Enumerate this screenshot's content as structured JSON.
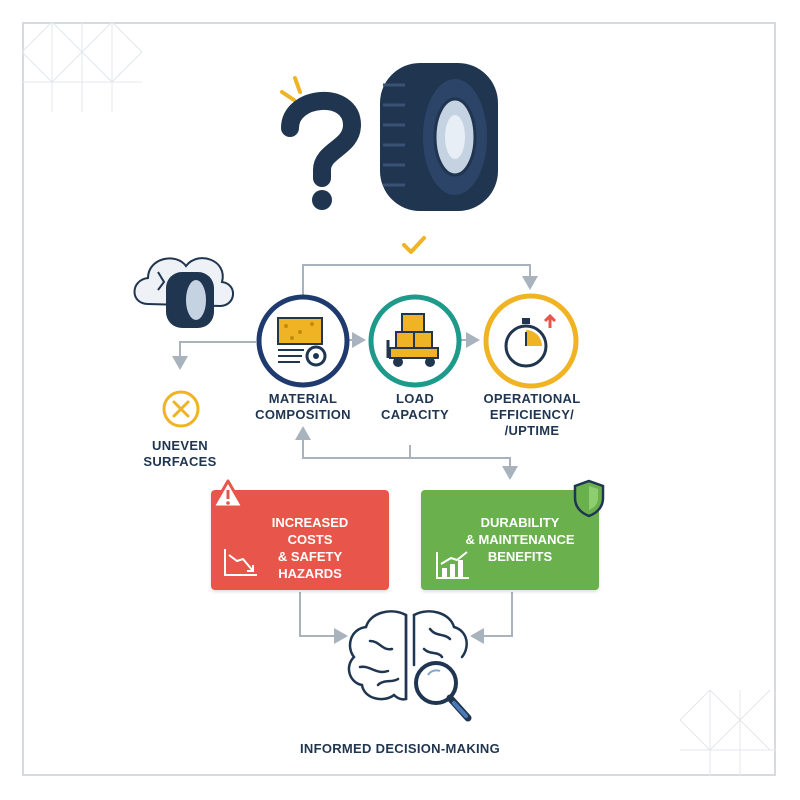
{
  "labels": {
    "uneven": [
      "UNEVEN",
      "SURFACES"
    ],
    "material": [
      "MATERIAL",
      "COMPOSITION"
    ],
    "load": [
      "LOAD",
      "CAPACITY"
    ],
    "efficiency": [
      "OPERATIONAL",
      "EFFICIENCY/",
      "/UPTIME"
    ],
    "costs": [
      "INCREASED COSTS",
      "& SAFETY",
      "HAZARDS"
    ],
    "durability": [
      "DURABILITY",
      "& MAINTENANCE",
      "BENEFITS"
    ],
    "decision": "INFORMED DECISION-MAKING"
  },
  "colors": {
    "navy": "#1f3550",
    "material_ring": "#1e3a6e",
    "load_ring": "#1d9a8a",
    "efficiency_ring": "#f0b323",
    "costs_box": "#e8564b",
    "durability_box": "#6ab04c",
    "check": "#f0b323",
    "warning": "#e8564b",
    "shield": "#6ab04c",
    "arrow": "#a9b3bd"
  },
  "icons": [
    "question-mark-icon",
    "tire-icon",
    "cracked-tire-cloud-icon",
    "x-circle-icon",
    "material-gear-icon",
    "forklift-boxes-icon",
    "stopwatch-icon",
    "check-icon",
    "warning-icon",
    "trend-down-icon",
    "shield-icon",
    "trend-up-icon",
    "brain-magnifier-icon"
  ]
}
